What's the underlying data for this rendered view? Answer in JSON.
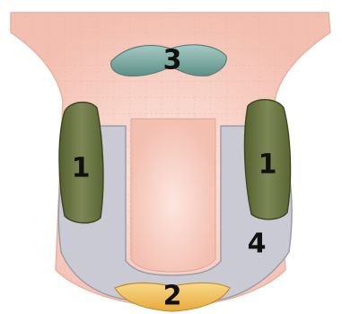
{
  "labels": {
    "region_1_left": "1",
    "region_1_right": "1",
    "region_2": "2",
    "region_3": "3",
    "region_4": "4"
  },
  "colors": {
    "background": "#ffffff",
    "body": "#f4c2b4",
    "region_1": "#6f7a4b",
    "region_2": "#f0c25a",
    "region_3": "#7aa8a0",
    "region_4": "#c9c9d3",
    "outline": "#a9a9b3"
  }
}
